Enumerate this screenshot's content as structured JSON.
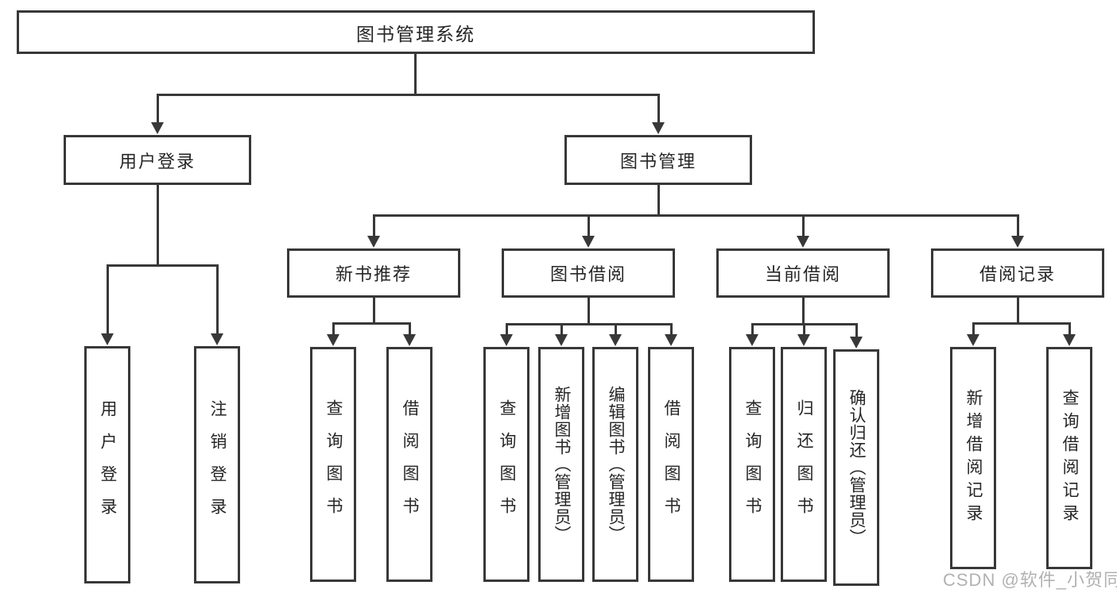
{
  "tree": {
    "root": {
      "label": "图书管理系统"
    },
    "user_login": {
      "label": "用户登录",
      "children": [
        {
          "label": "用户登录"
        },
        {
          "label": "注销登录"
        }
      ]
    },
    "book_mgmt": {
      "label": "图书管理",
      "sections": [
        {
          "label": "新书推荐",
          "children": [
            {
              "label": "查询图书"
            },
            {
              "label": "借阅图书"
            }
          ]
        },
        {
          "label": "图书借阅",
          "children": [
            {
              "label": "查询图书"
            },
            {
              "label": "新增图书（管理员）"
            },
            {
              "label": "编辑图书（管理员）"
            },
            {
              "label": "借阅图书"
            }
          ]
        },
        {
          "label": "当前借阅",
          "children": [
            {
              "label": "查询图书"
            },
            {
              "label": "归还图书"
            },
            {
              "label": "确认归还（管理员）"
            }
          ]
        },
        {
          "label": "借阅记录",
          "children": [
            {
              "label": "新增借阅记录"
            },
            {
              "label": "查询借阅记录"
            }
          ]
        }
      ]
    }
  },
  "watermark": "CSDN @软件_小贺同学",
  "colors": {
    "line": "#383838",
    "text": "#262626",
    "watermark": "#9e9e9e",
    "background": "#ffffff"
  }
}
